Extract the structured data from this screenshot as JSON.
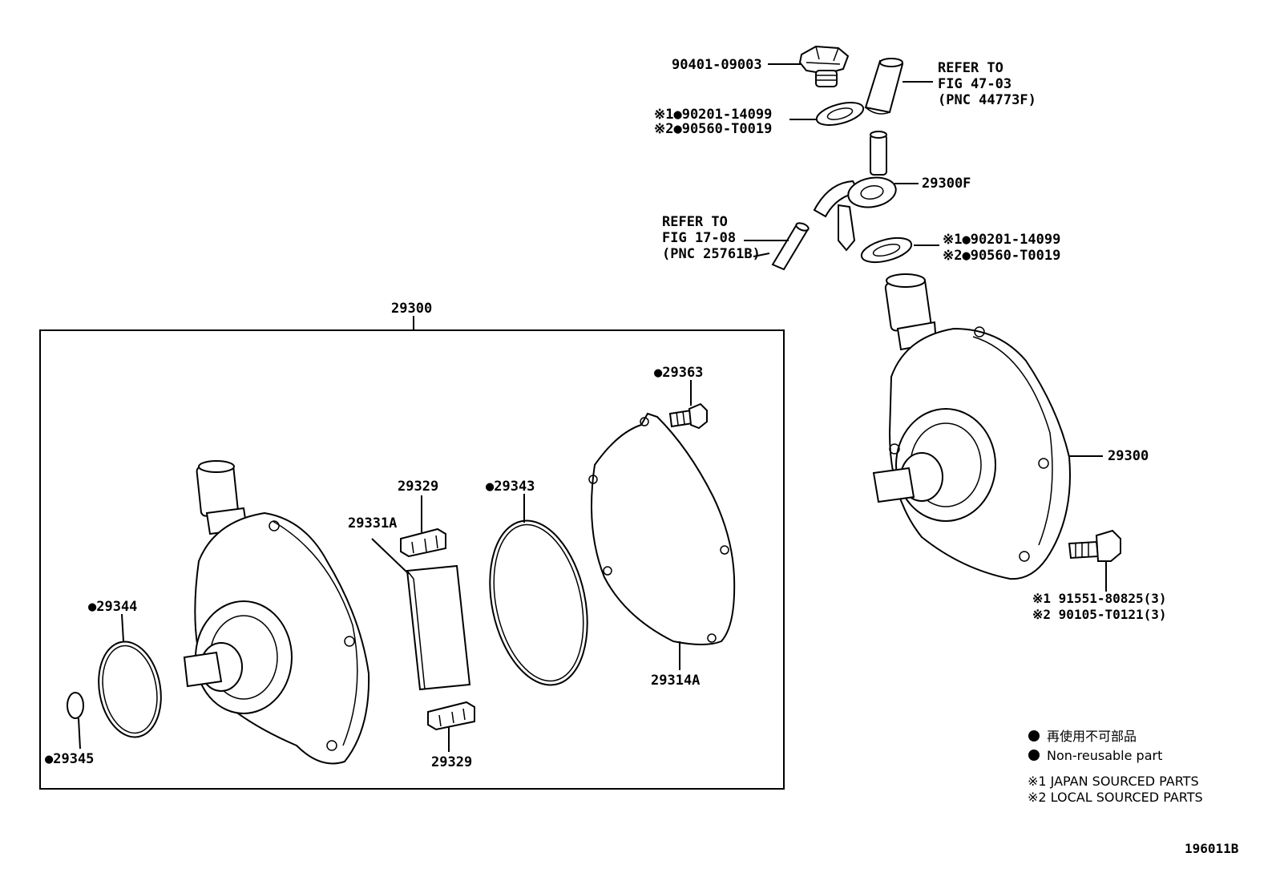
{
  "labels": {
    "p90401": "90401-09003",
    "refer_top_1": "REFER TO",
    "refer_top_2": "FIG 47-03",
    "refer_top_3": "(PNC 44773F)",
    "top_washer_1": "※1●90201-14099",
    "top_washer_2": "※2●90560-T0019",
    "p29300F": "29300F",
    "refer_left_1": "REFER TO",
    "refer_left_2": "FIG 17-08",
    "refer_left_3": "(PNC 25761B)",
    "lower_washer_1": "※1●90201-14099",
    "lower_washer_2": "※2●90560-T0019",
    "box_title": "29300",
    "right_pump": "29300",
    "bolt_1": "※1 91551-80825(3)",
    "bolt_2": "※2 90105-T0121(3)",
    "p29363": "●29363",
    "p29329_top": "29329",
    "p29343": "●29343",
    "p29331A": "29331A",
    "p29344": "●29344",
    "p29345": "●29345",
    "p29329_bottom": "29329",
    "p29314A": "29314A",
    "figure_id": "196011B"
  },
  "legend": {
    "non_reusable_jp": "再使用不可部品",
    "non_reusable_en": "Non-reusable part",
    "japan": "※1  JAPAN SOURCED PARTS",
    "local": "※2  LOCAL SOURCED PARTS"
  }
}
